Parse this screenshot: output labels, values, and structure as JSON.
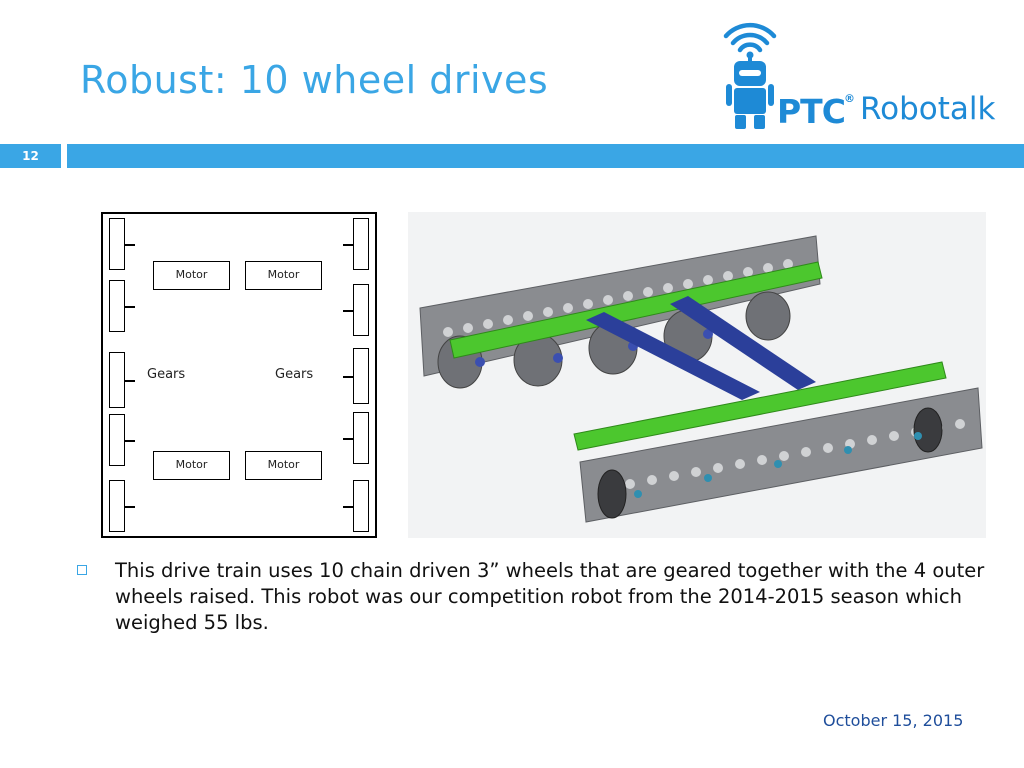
{
  "slide": {
    "title": "Robust: 10 wheel drives",
    "number": "12",
    "date": "October 15, 2015"
  },
  "logo": {
    "brand": "PTC",
    "registered": "®",
    "product": "Robotalk",
    "icon": "robot-wifi-icon"
  },
  "diagram": {
    "motors": [
      "Motor",
      "Motor",
      "Motor",
      "Motor"
    ],
    "gears": [
      "Gears",
      "Gears"
    ]
  },
  "bullets": [
    "This drive train uses 10 chain driven 3” wheels that are geared together with the 4 outer wheels raised. This robot was our competition robot from the 2014-2015 season which weighed 55 lbs."
  ],
  "colors": {
    "accent": "#3aa6e5",
    "logo_blue": "#1e8ad6",
    "date_blue": "#1f4e9b",
    "rail_green": "#4cc72e",
    "axle_blue": "#2b3f9a",
    "plate_gray": "#8a8c90"
  }
}
